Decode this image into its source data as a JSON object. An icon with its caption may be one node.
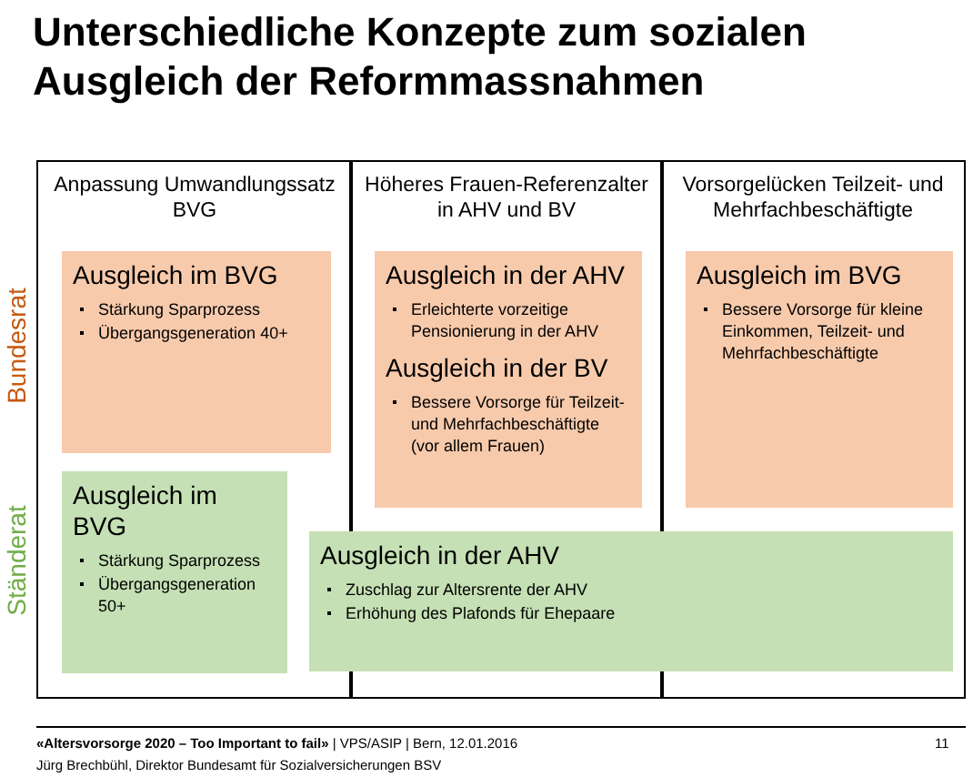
{
  "diagram": {
    "title": "Unterschiedliche Konzepte zum sozialen Ausgleich der Reformmassnahmen",
    "nodes": [
      {
        "text": [
          "Anpassung Umwandlungssatz BVG"
        ]
      },
      {
        "text": [
          "Höheres Frauen-Referenzalter in AHV und BV"
        ]
      },
      {
        "text": [
          "Vorsorgelücken Teilzeit- und Mehrfachbeschäftigte"
        ]
      },
      {
        "text": [
          "Ausgleich im BVG",
          "Stärkung Sparprozess",
          "Übergangsgeneration 40+"
        ],
        "in": 0
      },
      {
        "text": [
          "Ausgleich in der AHV",
          "Erleichterte vorzeitige Pensionierung in der AHV",
          "Ausgleich in der BV",
          "Bessere Vorsorge für Teilzeit- und Mehrfachbeschäftigte (vor allem Frauen)"
        ],
        "in": 1
      },
      {
        "text": [
          "Ausgleich im BVG",
          "Bessere Vorsorge für kleine Einkommen, Teilzeit- und Mehrfachbeschäftigte"
        ],
        "in": 2
      },
      {
        "text": [
          "Ausgleich im BVG",
          "Stärkung Sparprozess",
          "Übergangsgeneration 50+"
        ],
        "in": 0
      },
      {
        "text": [
          "Ausgleich in der AHV",
          "Zuschlag zur Altersrente der AHV",
          "Erhöhung des Plafonds für Ehepaare"
        ]
      }
    ],
    "edges": [],
    "labels": [
      "Bundesrat",
      "Ständerat",
      "**«Altersvorsorge 2020 – Too Important to fail»** | VPS/ASIP | Bern, 12.01.2016",
      "11",
      "Jürg Brechbühl, Direktor Bundesamt für Sozialversicherungen BSV"
    ]
  }
}
